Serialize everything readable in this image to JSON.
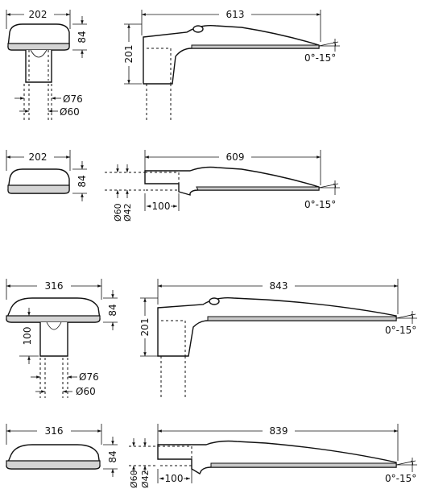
{
  "views": {
    "small_post_top": {
      "front_width": "202",
      "front_height": "84",
      "side_length": "613",
      "side_height": "201",
      "tilt": "0°-15°",
      "diameter_outer": "Ø76",
      "diameter_inner": "Ø60"
    },
    "small_side_entry": {
      "front_width": "202",
      "front_height": "84",
      "side_length": "609",
      "spigot_length": "100",
      "tilt": "0°-15°",
      "diameter_outer": "Ø60",
      "diameter_inner": "Ø42"
    },
    "large_post_top": {
      "front_width": "316",
      "front_height": "84",
      "socket_depth": "100",
      "side_length": "843",
      "side_height": "201",
      "tilt": "0°-15°",
      "diameter_outer": "Ø76",
      "diameter_inner": "Ø60"
    },
    "large_side_entry": {
      "front_width": "316",
      "front_height": "84",
      "side_length": "839",
      "spigot_length": "100",
      "tilt": "0°-15°",
      "diameter_outer": "Ø60",
      "diameter_inner": "Ø42"
    }
  }
}
